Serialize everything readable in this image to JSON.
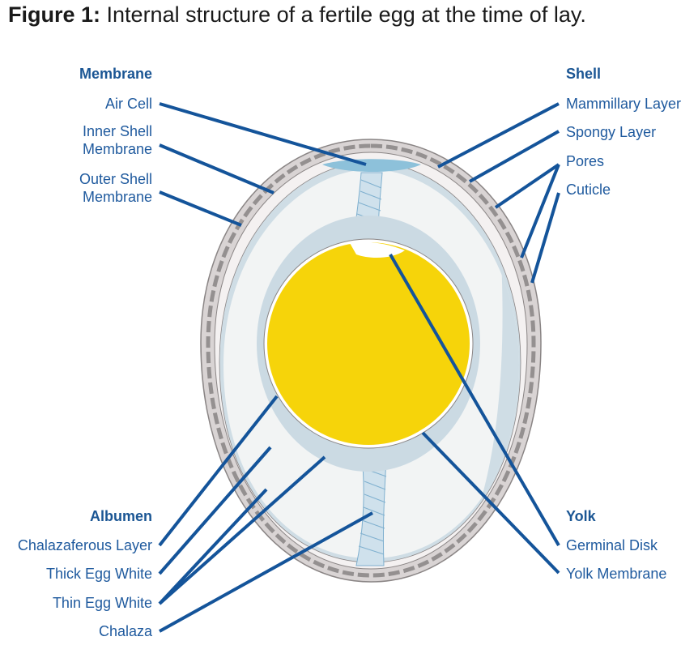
{
  "figure": {
    "title_prefix": "Figure 1:",
    "title_text": "Internal structure of a fertile egg at the time of lay."
  },
  "groups": {
    "membrane": {
      "heading": "Membrane",
      "items": [
        "Air Cell",
        "Inner Shell\nMembrane",
        "Outer Shell\nMembrane"
      ]
    },
    "shell": {
      "heading": "Shell",
      "items": [
        "Mammillary Layer",
        "Spongy Layer",
        "Pores",
        "Cuticle"
      ]
    },
    "albumen": {
      "heading": "Albumen",
      "items": [
        "Chalazaferous Layer",
        "Thick Egg White",
        "Thin Egg White",
        "Chalaza"
      ]
    },
    "yolk": {
      "heading": "Yolk",
      "items": [
        "Germinal Disk",
        "Yolk Membrane"
      ]
    }
  },
  "colors": {
    "leader": "#14549a",
    "label_text": "#1f5a9e",
    "shell_outer": "#d9d4d4",
    "shell_stroke": "#8a8585",
    "shell_band": "#949090",
    "membrane_fill": "#f4f1f1",
    "thin_white": "#cfdde5",
    "thick_white": "#f2f4f4",
    "chalazaferous": "#cbdae3",
    "yolk": "#f6d40a",
    "yolk_membrane": "#ffffff",
    "air_cell": "#8dc1da",
    "chalaza_fill": "#cfe1ec",
    "chalaza_stroke": "#7fb0cf"
  }
}
